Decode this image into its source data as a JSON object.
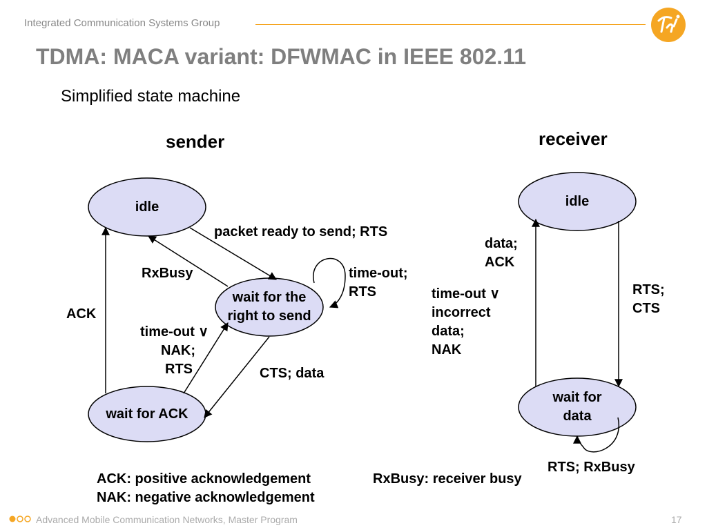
{
  "header": {
    "group": "Integrated Communication Systems Group",
    "title": "TDMA: MACA variant: DFWMAC in IEEE 802.11",
    "subtitle": "Simplified state machine",
    "accent_color": "#f5a623",
    "logo_icon": "university-logo-icon"
  },
  "diagram": {
    "sender_label": "sender",
    "receiver_label": "receiver",
    "state_fill": "#dcdcf5",
    "states": {
      "sender_idle": "idle",
      "sender_wait_send": "wait for the\nright to send",
      "sender_wait_ack": "wait for ACK",
      "receiver_idle": "idle",
      "receiver_wait_data": "wait for\ndata"
    },
    "transitions": {
      "packet_ready": "packet ready to send; RTS",
      "rxbusy": "RxBusy",
      "timeout_rts": "time-out;\nRTS",
      "ack": "ACK",
      "timeout_nak_line1": "time-out ∨",
      "timeout_nak_line2": "NAK;",
      "timeout_nak_line3": "RTS",
      "cts_data": "CTS; data",
      "data_ack": "data;\nACK",
      "timeout_incorrect": "time-out ∨\nincorrect\ndata;\nNAK",
      "rts_cts": "RTS;\nCTS",
      "rts_rxbusy": "RTS; RxBusy"
    },
    "legend": {
      "ack": "ACK: positive acknowledgement",
      "nak": "NAK: negative acknowledgement",
      "rxbusy": "RxBusy: receiver busy"
    }
  },
  "footer": {
    "program": "Advanced Mobile Communication Networks, Master Program",
    "page_number": "17"
  }
}
